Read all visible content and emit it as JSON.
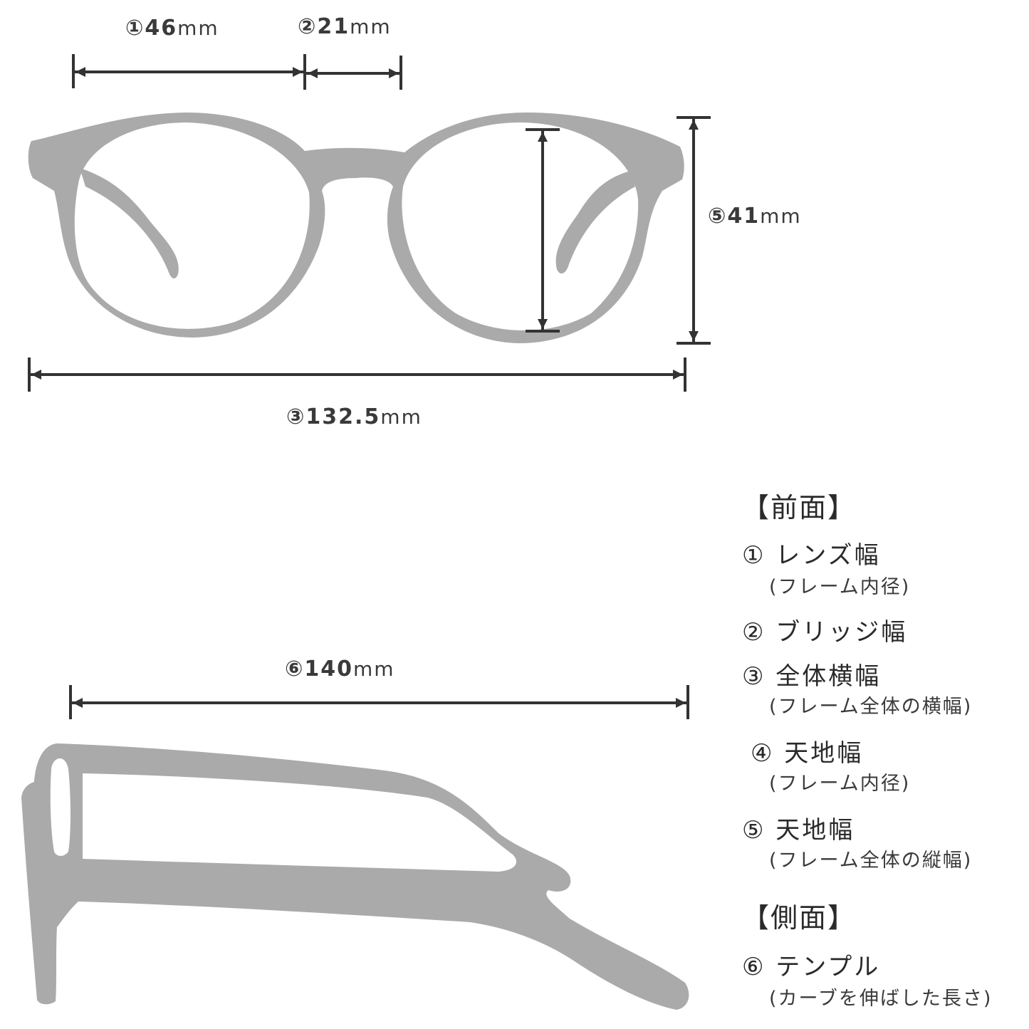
{
  "colors": {
    "frame": "#aaaaaa",
    "line": "#333333",
    "text": "#333333",
    "background": "#ffffff"
  },
  "dimensions": {
    "lens_width": {
      "num": "①46",
      "unit": "mm"
    },
    "bridge_width": {
      "num": "②21",
      "unit": "mm"
    },
    "total_width": {
      "num": "③132.5",
      "unit": "mm"
    },
    "lens_height": {
      "num": "⑤41",
      "unit": "mm"
    },
    "temple_length": {
      "num": "⑥140",
      "unit": "mm"
    }
  },
  "legend": {
    "front_heading": "【前面】",
    "side_heading": "【側面】",
    "items": [
      {
        "label": "① レンズ幅",
        "note": "(フレーム内径)"
      },
      {
        "label": "② ブリッジ幅",
        "note": ""
      },
      {
        "label": "③ 全体横幅",
        "note": "(フレーム全体の横幅)"
      },
      {
        "label": "④ 天地幅",
        "note": "(フレーム内径)"
      },
      {
        "label": "⑤ 天地幅",
        "note": "(フレーム全体の縦幅)"
      },
      {
        "label": "⑥ テンプル",
        "note": "(カーブを伸ばした長さ)"
      }
    ]
  }
}
